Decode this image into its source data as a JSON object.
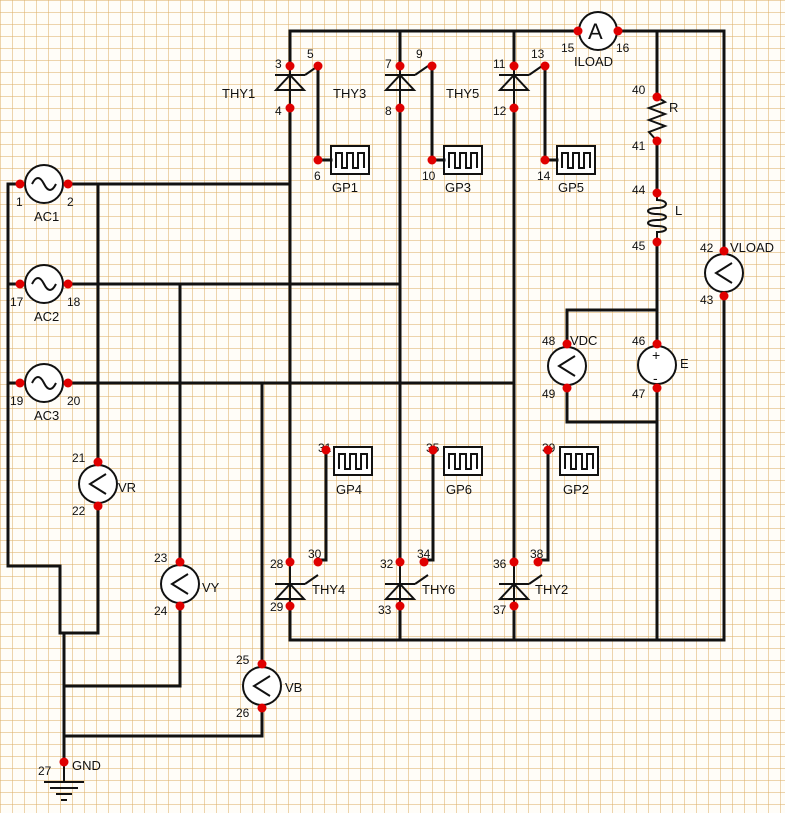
{
  "components": {
    "THY1": {
      "label": "THY1",
      "pins": [
        "3",
        "4",
        "5"
      ]
    },
    "THY3": {
      "label": "THY3",
      "pins": [
        "7",
        "8",
        "9"
      ]
    },
    "THY5": {
      "label": "THY5",
      "pins": [
        "11",
        "12",
        "13"
      ]
    },
    "THY4": {
      "label": "THY4",
      "pins": [
        "28",
        "29",
        "30"
      ]
    },
    "THY6": {
      "label": "THY6",
      "pins": [
        "32",
        "33",
        "34"
      ]
    },
    "THY2": {
      "label": "THY2",
      "pins": [
        "36",
        "37",
        "38"
      ]
    },
    "GP1": {
      "label": "GP1",
      "pins": [
        "6"
      ]
    },
    "GP3": {
      "label": "GP3",
      "pins": [
        "10"
      ]
    },
    "GP5": {
      "label": "GP5",
      "pins": [
        "14"
      ]
    },
    "GP4": {
      "label": "GP4",
      "pins": [
        "31"
      ]
    },
    "GP6": {
      "label": "GP6",
      "pins": [
        "35"
      ]
    },
    "GP2": {
      "label": "GP2",
      "pins": [
        "39"
      ]
    },
    "AC1": {
      "label": "AC1",
      "pins": [
        "1",
        "2"
      ]
    },
    "AC2": {
      "label": "AC2",
      "pins": [
        "17",
        "18"
      ]
    },
    "AC3": {
      "label": "AC3",
      "pins": [
        "19",
        "20"
      ]
    },
    "ILOAD": {
      "label": "ILOAD",
      "pins": [
        "15",
        "16"
      ],
      "symbol": "A"
    },
    "R": {
      "label": "R",
      "pins": [
        "40",
        "41"
      ]
    },
    "L": {
      "label": "L",
      "pins": [
        "44",
        "45"
      ]
    },
    "VLOAD": {
      "label": "VLOAD",
      "pins": [
        "42",
        "43"
      ]
    },
    "VDC": {
      "label": "VDC",
      "pins": [
        "48",
        "49"
      ]
    },
    "E": {
      "label": "E",
      "pins": [
        "46",
        "47"
      ],
      "plus": "+",
      "minus": "-"
    },
    "VR": {
      "label": "VR",
      "pins": [
        "21",
        "22"
      ]
    },
    "VY": {
      "label": "VY",
      "pins": [
        "23",
        "24"
      ]
    },
    "VB": {
      "label": "VB",
      "pins": [
        "25",
        "26"
      ]
    },
    "GND": {
      "label": "GND",
      "pins": [
        "27"
      ]
    }
  },
  "colors": {
    "wire": "#111111",
    "node": "#e00000",
    "grid": "#deb26e"
  }
}
